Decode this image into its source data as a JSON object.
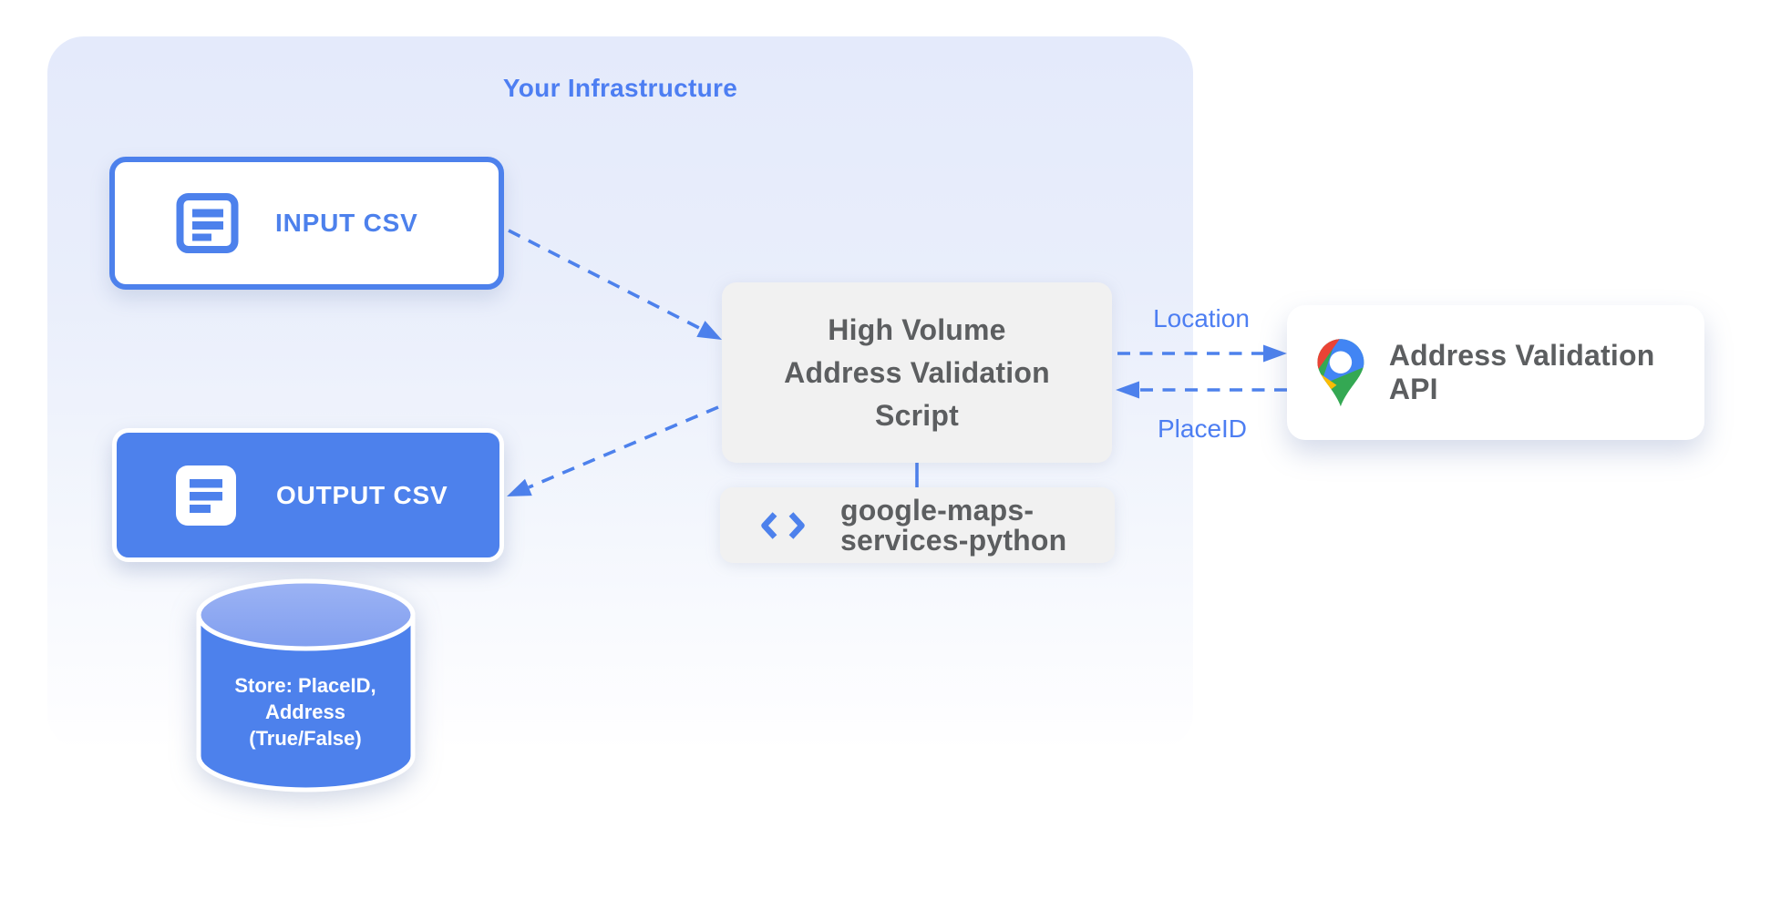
{
  "infrastructure": {
    "title": "Your Infrastructure"
  },
  "nodes": {
    "input_csv": {
      "label": "INPUT CSV",
      "icon": "document-icon"
    },
    "output_csv": {
      "label": "OUTPUT CSV",
      "icon": "document-icon"
    },
    "datastore": {
      "label": "Store: PlaceID,\nAddress\n(True/False)",
      "shape": "database-cylinder"
    },
    "script": {
      "label": "High Volume\nAddress Validation\nScript"
    },
    "library": {
      "label": "google-maps-\nservices-python",
      "icon": "code-icon"
    },
    "api": {
      "label": "Address Validation API",
      "icon": "google-maps-pin-icon"
    }
  },
  "edges": {
    "input_to_script": {
      "style": "dashed"
    },
    "script_to_output": {
      "style": "dashed"
    },
    "script_to_api": {
      "label": "Location",
      "style": "dashed"
    },
    "api_to_script": {
      "label": "PlaceID",
      "style": "dashed"
    },
    "script_to_library": {
      "style": "solid"
    }
  },
  "colors": {
    "accent_blue": "#4d81ec",
    "blue_text": "#4d7ef2",
    "cylinder_top_blue": "#8fadee",
    "container_lavender": "#e4eafb",
    "box_gray": "#f1f1f1",
    "text_gray": "#5c5e60",
    "pin_red": "#ea4335",
    "pin_blue": "#4285f4",
    "pin_yellow": "#fbbc04",
    "pin_green": "#34a853"
  }
}
